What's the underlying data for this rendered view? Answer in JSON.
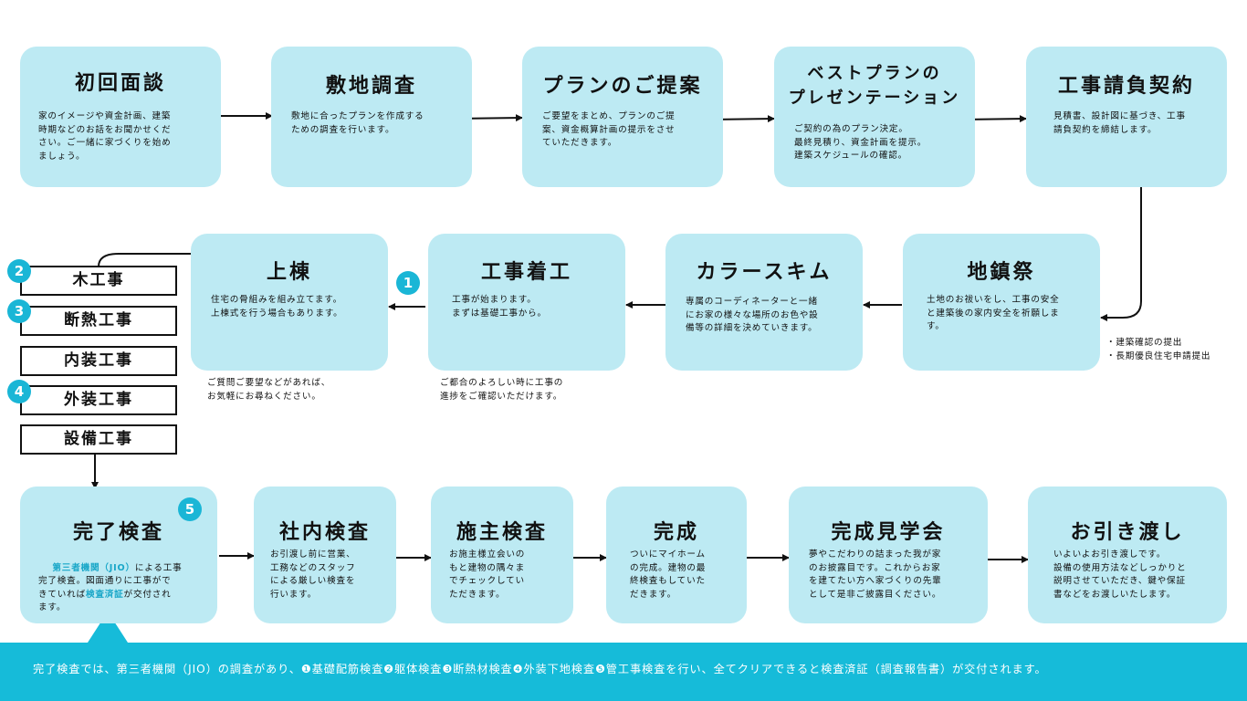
{
  "row1": [
    {
      "title": "初回面談",
      "body": "家のイメージや資金計画、建築\n時期などのお話をお聞かせくだ\nさい。ご一緒に家づくりを始め\nましょう。"
    },
    {
      "title": "敷地調査",
      "body": "敷地に合ったプランを作成する\nための調査を行います。"
    },
    {
      "title": "プランのご提案",
      "body": "ご要望をまとめ、プランのご提\n案、資金概算計画の提示をさせ\nていただきます。"
    },
    {
      "title": "ベストプランの\nプレゼンテーション",
      "body": "ご契約の為のプラン決定。\n最終見積り、資金計画を提示。\n建築スケジュールの確認。"
    },
    {
      "title": "工事請負契約",
      "body": "見積書、設計図に基づき、工事\n請負契約を締結します。"
    }
  ],
  "row2": [
    {
      "title": "上棟",
      "body": "住宅の骨組みを組み立てます。\n上棟式を行う場合もあります。"
    },
    {
      "title": "工事着工",
      "body": "工事が始まります。\nまずは基礎工事から。"
    },
    {
      "title": "カラースキム",
      "body": "専属のコーディネーターと一緒\nにお家の様々な場所のお色や設\n備等の詳細を決めていきます。"
    },
    {
      "title": "地鎮祭",
      "body": "土地のお祓いをし、工事の安全\nと建築後の家内安全を祈願しま\nす。"
    }
  ],
  "row3": [
    {
      "title": "完了検査"
    },
    {
      "title": "社内検査",
      "body": "お引渡し前に営業、\n工務などのスタッフ\nによる厳しい検査を\n行います。"
    },
    {
      "title": "施主検査",
      "body": "お施主様立会いの\nもと建物の隅々ま\nでチェックしてい\nただきます。"
    },
    {
      "title": "完成",
      "body": "ついにマイホーム\nの完成。建物の最\n終検査もしていた\nだきます。"
    },
    {
      "title": "完成見学会",
      "body": "夢やこだわりの詰まった我が家\nのお披露目です。これからお家\nを建てたい方へ家づくりの先輩\nとして是非ご披露目ください。"
    },
    {
      "title": "お引き渡し",
      "body": "いよいよお引き渡しです。\n設備の使用方法などしっかりと\n説明させていただき、鍵や保証\n書などをお渡しいたします。"
    }
  ],
  "kanryo": {
    "l1_hl": "第三者機関（JIO）",
    "l1_rest": "による工事",
    "l2": "完了検査。図面通りに工事がで",
    "l3_pre": "きていれば",
    "l3_hl": "検査済証",
    "l3_post": "が交付され",
    "l4": "ます。"
  },
  "work_boxes": [
    "木工事",
    "断熱工事",
    "内装工事",
    "外装工事",
    "設備工事"
  ],
  "badges": {
    "b1": "1",
    "b2": "2",
    "b3": "3",
    "b4": "4",
    "b5": "5"
  },
  "notes": {
    "jotou": "ご質問ご要望などがあれば、\nお気軽にお尋ねください。",
    "chakko": "ご都合のよろしい時に工事の\n進捗をご確認いただけます。",
    "jichin": "・建築確認の提出\n・長期優良住宅申請提出"
  },
  "banner": "完了検査では、第三者機関（JIO）の調査があり、❶基礎配筋検査❷躯体検査❸断熱材検査❹外装下地検査❺管工事検査を行い、全てクリアできると検査済証（調査報告書）が交付されます。",
  "colors": {
    "card": "#bdeaf3",
    "accent": "#16bbd9",
    "highlight": "#1aa7c8"
  }
}
